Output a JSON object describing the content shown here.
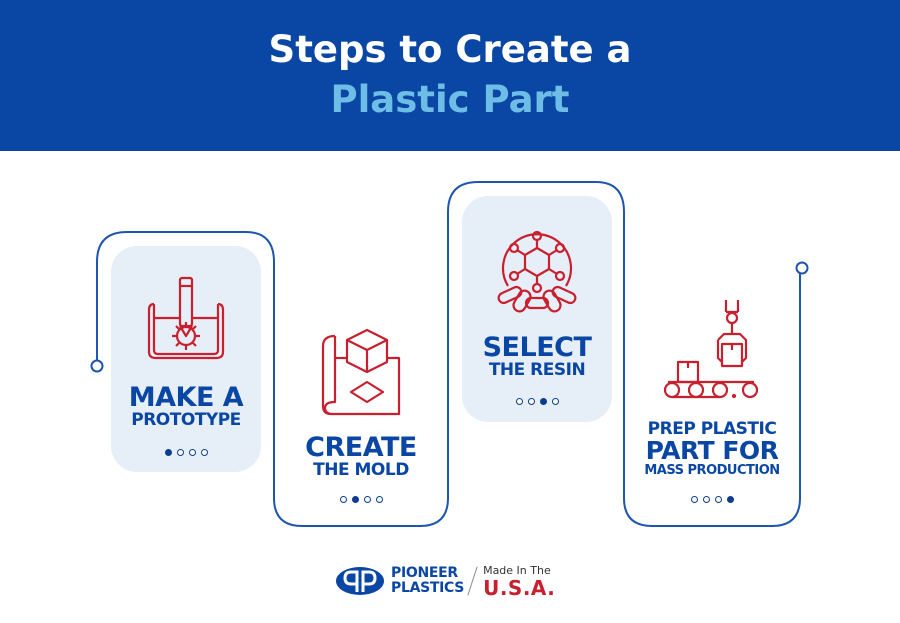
{
  "header": {
    "title_line1": "Steps to Create a",
    "title_line2": "Plastic Part",
    "background_color": "#0a47a4",
    "accent_color": "#6ebde6"
  },
  "steps": [
    {
      "title_line1": "MAKE A",
      "title_line2": "PROTOTYPE",
      "icon": "blueprint-pencil-gear-icon",
      "active_dot": 0,
      "dots": 4
    },
    {
      "title_line1": "CREATE",
      "title_line2": "THE MOLD",
      "icon": "blueprint-cube-icon",
      "active_dot": 1,
      "dots": 4
    },
    {
      "title_line1": "SELECT",
      "title_line2": "THE RESIN",
      "icon": "molecule-pellets-icon",
      "active_dot": 2,
      "dots": 4
    },
    {
      "title_line1": "PREP PLASTIC",
      "title_line2": "PART FOR",
      "title_line3": "MASS PRODUCTION",
      "icon": "robot-arm-conveyor-icon",
      "active_dot": 3,
      "dots": 4
    }
  ],
  "footer": {
    "brand_line1": "PIONEER",
    "brand_line2": "PLASTICS",
    "made_in": "Made In The",
    "country": "U.S.A."
  },
  "colors": {
    "primary_blue": "#0a47a4",
    "light_blue": "#6ebde6",
    "icon_red": "#c8202e",
    "card_bg": "#e6eef7",
    "line_blue": "#1e55b0"
  }
}
